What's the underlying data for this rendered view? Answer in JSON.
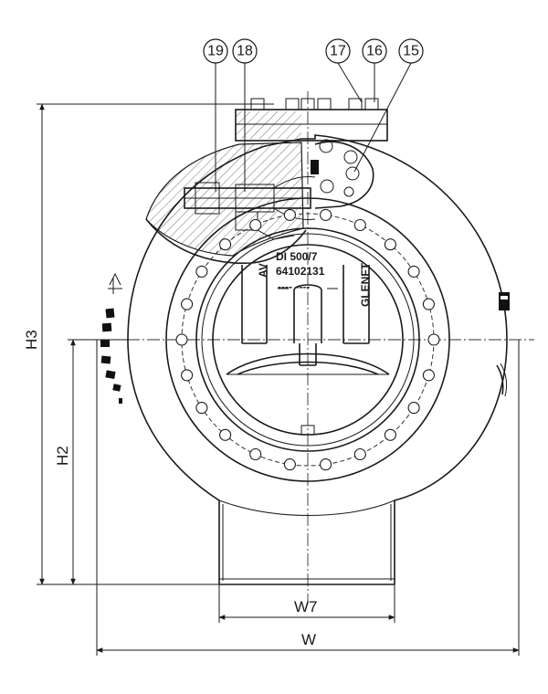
{
  "part_callouts": [
    {
      "number": "19"
    },
    {
      "number": "18"
    },
    {
      "number": "17"
    },
    {
      "number": "16"
    },
    {
      "number": "15"
    }
  ],
  "dimensions": {
    "overall_height": "H3",
    "center_height": "H2",
    "outlet_width": "W7",
    "overall_width": "W"
  },
  "nameplate": {
    "line1": "DI 500/7",
    "line2": "64102131",
    "line3": "---- ----",
    "vertical_brand": "GLENFT",
    "side_mark": "AV"
  }
}
